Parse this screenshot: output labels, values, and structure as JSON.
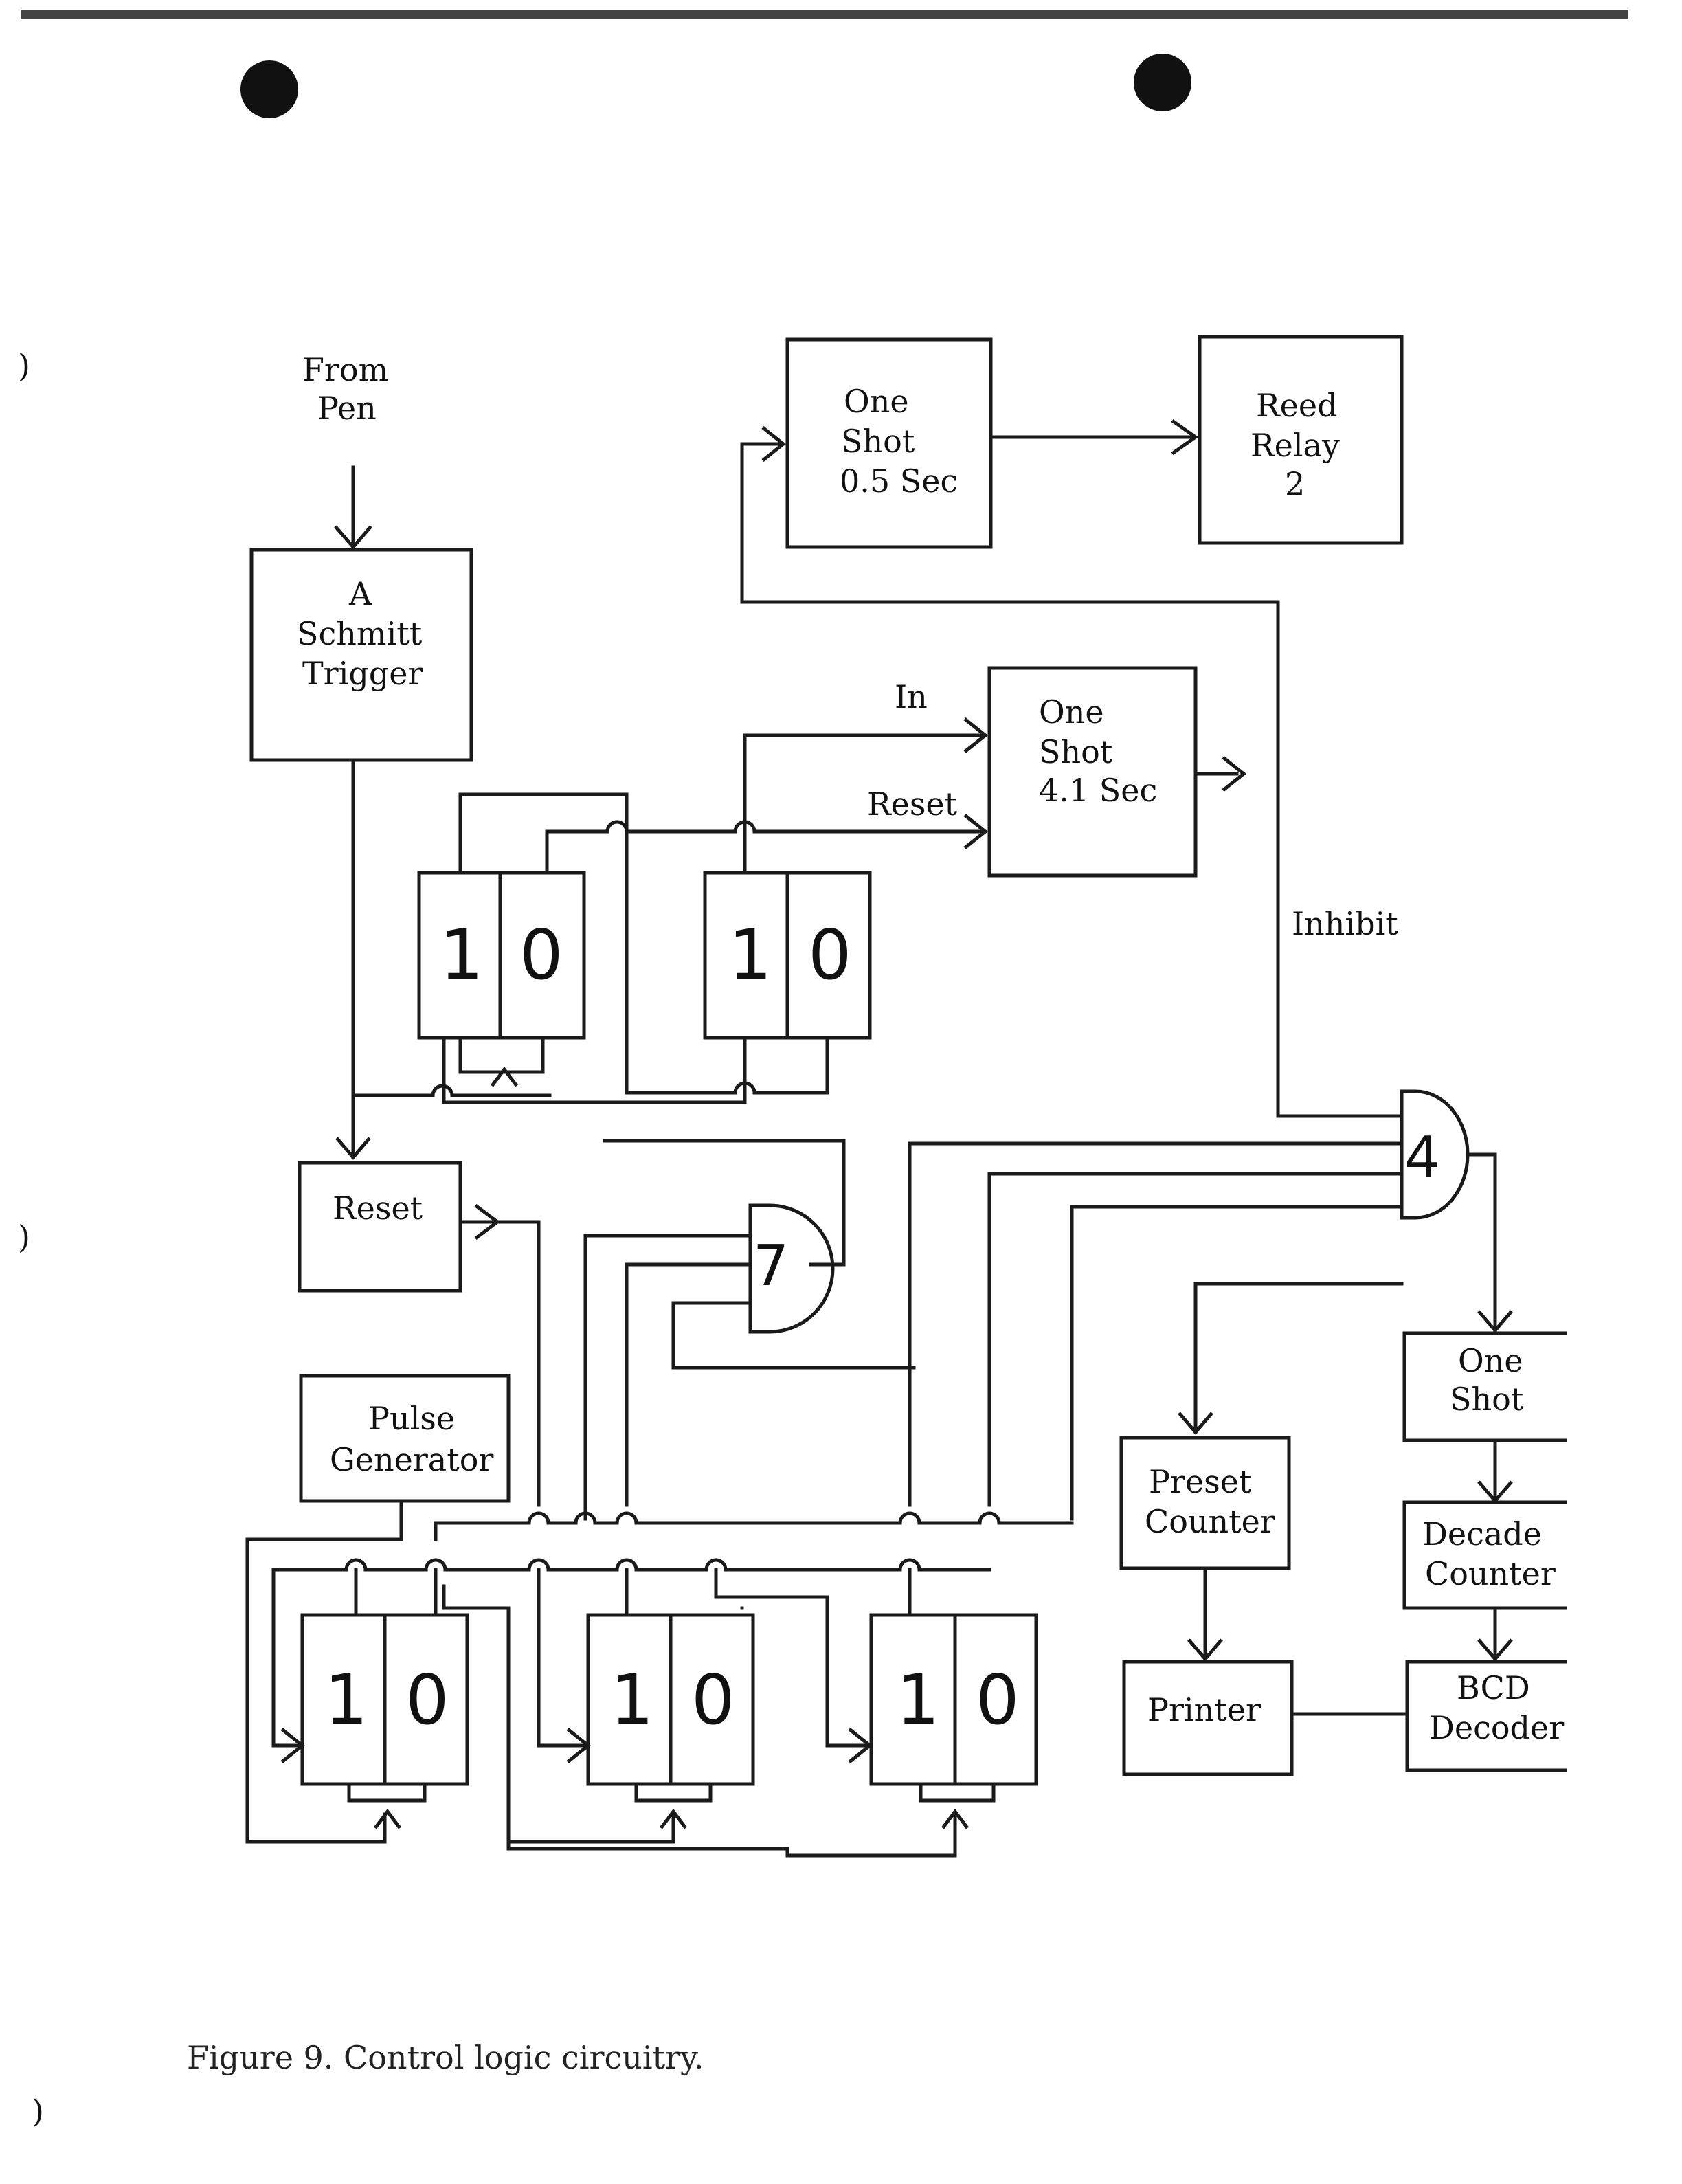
{
  "figure": {
    "caption": "Figure 9.  Control logic circuitry."
  },
  "blocks": {
    "from_pen": [
      "From",
      "Pen"
    ],
    "schmitt": {
      "letter": "A",
      "lines": [
        "Schmitt",
        "Trigger"
      ]
    },
    "one_shot_05": [
      "One",
      "Shot",
      "0.5 Sec"
    ],
    "reed_relay": [
      "Reed",
      "Relay",
      "2"
    ],
    "one_shot_41": [
      "One",
      "Shot",
      "4.1 Sec"
    ],
    "in_label": "In",
    "reset_label": "Reset",
    "inhibit_label": "Inhibit",
    "reset_box": "Reset",
    "pulse_gen": [
      "Pulse",
      "Generator"
    ],
    "one_shot_r": [
      "One",
      "Shot"
    ],
    "decade_counter": [
      "Decade",
      "Counter"
    ],
    "preset_counter": [
      "Preset",
      "Counter"
    ],
    "printer": "Printer",
    "bcd_decoder": [
      "BCD",
      "Decoder"
    ]
  },
  "gates": {
    "gate_4": "4",
    "gate_7": "7"
  },
  "flipflops": {
    "digit_one": "1",
    "digit_zero": "0"
  }
}
